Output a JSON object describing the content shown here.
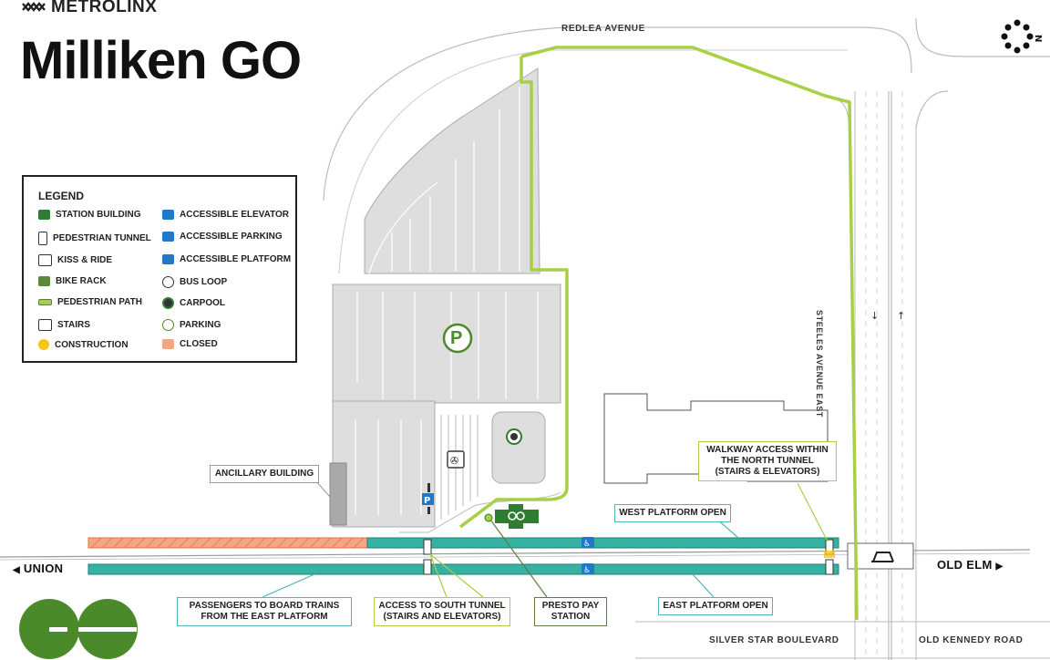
{
  "header": {
    "brand": "METROLINX",
    "title": "Milliken GO"
  },
  "streets": {
    "redlea": "REDLEA AVENUE",
    "steeles": "STEELES AVENUE EAST",
    "silver_star": "SILVER STAR BOULEVARD",
    "old_kennedy": "OLD KENNEDY ROAD"
  },
  "directions": {
    "left": "UNION",
    "right": "OLD ELM"
  },
  "legend": {
    "title": "LEGEND",
    "items": [
      {
        "label": "STATION BUILDING",
        "icon": "station-building-icon",
        "color": "#2e7d32"
      },
      {
        "label": "PEDESTRIAN TUNNEL",
        "icon": "pedestrian-tunnel-icon",
        "color": "#333333"
      },
      {
        "label": "KISS & RIDE",
        "icon": "kiss-ride-icon",
        "color": "#333333"
      },
      {
        "label": "BIKE RACK",
        "icon": "bike-rack-icon",
        "color": "#5a8a3a"
      },
      {
        "label": "PEDESTRIAN PATH",
        "icon": "pedestrian-path-icon",
        "color": "#a8cf45"
      },
      {
        "label": "STAIRS",
        "icon": "stairs-icon",
        "color": "#333333"
      },
      {
        "label": "CONSTRUCTION",
        "icon": "construction-icon",
        "color": "#f5c518"
      },
      {
        "label": "ACCESSIBLE ELEVATOR",
        "icon": "accessible-elevator-icon",
        "color": "#1f78c8"
      },
      {
        "label": "ACCESSIBLE PARKING",
        "icon": "accessible-parking-icon",
        "color": "#1f78c8"
      },
      {
        "label": "ACCESSIBLE PLATFORM",
        "icon": "accessible-platform-icon",
        "color": "#1f78c8"
      },
      {
        "label": "BUS LOOP",
        "icon": "bus-loop-icon",
        "color": "#333333"
      },
      {
        "label": "CARPOOL",
        "icon": "carpool-icon",
        "color": "#2e7d32"
      },
      {
        "label": "PARKING",
        "icon": "parking-icon",
        "color": "#4a8a2a"
      },
      {
        "label": "CLOSED",
        "icon": "closed-icon",
        "color": "#f4a582"
      }
    ]
  },
  "callouts": {
    "ancillary": "ANCILLARY BUILDING",
    "walkway": "WALKWAY ACCESS WITHIN THE NORTH TUNNEL (STAIRS & ELEVATORS)",
    "west_platform": "WEST PLATFORM OPEN",
    "east_platform": "EAST PLATFORM OPEN",
    "passengers": "PASSENGERS TO BOARD TRAINS FROM THE EAST PLATFORM",
    "south_tunnel": "ACCESS TO SOUTH TUNNEL (STAIRS AND ELEVATORS)",
    "presto": "PRESTO PAY STATION"
  },
  "parking_symbol": "P",
  "colors": {
    "platform": "#35b2a2",
    "path": "#a8cf45",
    "parking_lot": "#dddddd",
    "closed": "#f4a582",
    "go_green": "#4a8a2a"
  }
}
